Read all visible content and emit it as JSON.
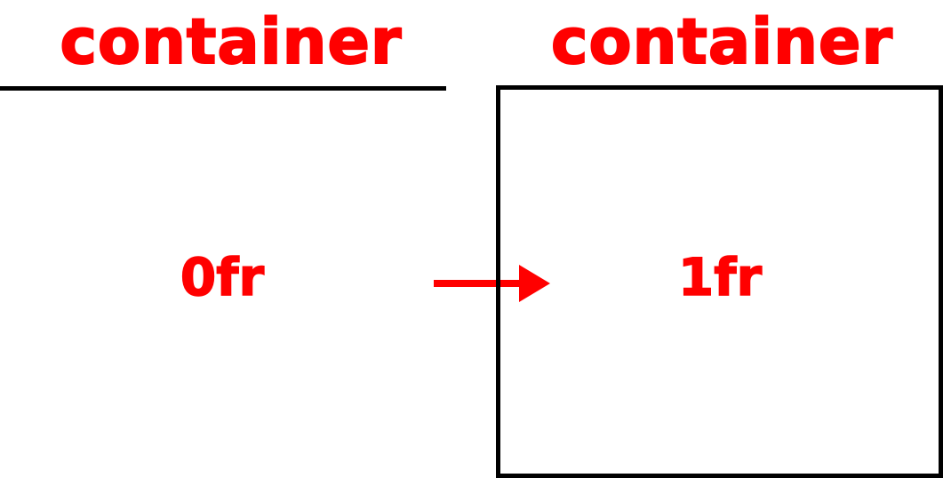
{
  "left": {
    "title": "container",
    "label": "0fr"
  },
  "right": {
    "title": "container",
    "label": "1fr"
  },
  "colors": {
    "accent": "#ff0000",
    "outline": "#000000",
    "background": "#ffffff"
  },
  "icons": {
    "arrow": "arrow-right-icon"
  }
}
